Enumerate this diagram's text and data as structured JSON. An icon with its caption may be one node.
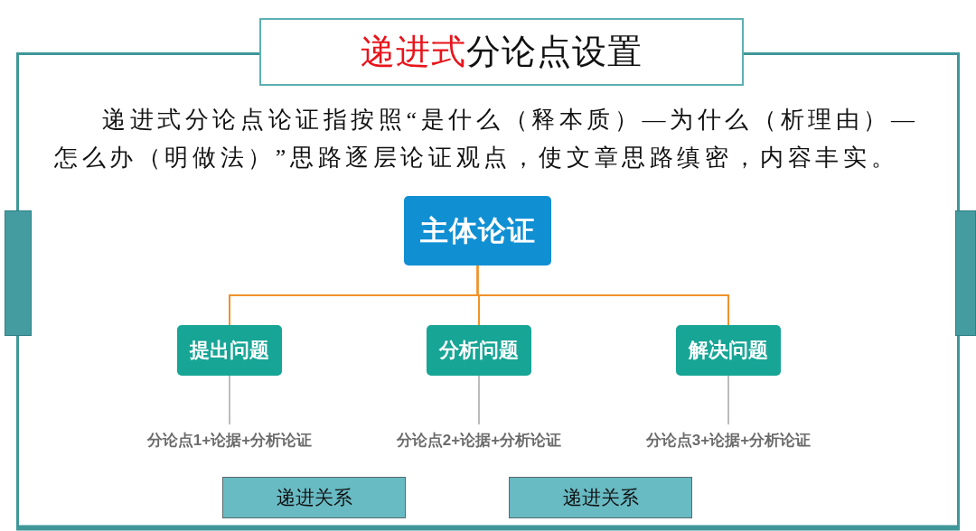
{
  "diagram": {
    "title": "**递进式**分论点设置",
    "nodes": [
      {
        "text": [
          "主体论证"
        ]
      },
      {
        "text": [
          "提出问题"
        ]
      },
      {
        "text": [
          "分析问题"
        ]
      },
      {
        "text": [
          "解决问题"
        ]
      },
      {
        "text": [
          "分论点1+论据+分析论证"
        ]
      },
      {
        "text": [
          "分论点2+论据+分析论证"
        ]
      },
      {
        "text": [
          "分论点3+论据+分析论证"
        ]
      },
      {
        "text": [
          "递进关系"
        ]
      },
      {
        "text": [
          "递进关系"
        ]
      }
    ],
    "edges": [
      {
        "from": 0,
        "to": 1,
        "arrow": "none",
        "color": "#f0922a"
      },
      {
        "from": 0,
        "to": 2,
        "arrow": "none",
        "color": "#f0922a"
      },
      {
        "from": 0,
        "to": 3,
        "arrow": "none",
        "color": "#f0922a"
      },
      {
        "from": 1,
        "to": 4,
        "arrow": "none",
        "color": "#a6a6a6"
      },
      {
        "from": 2,
        "to": 5,
        "arrow": "none",
        "color": "#a6a6a6"
      },
      {
        "from": 3,
        "to": 6,
        "arrow": "none",
        "color": "#a6a6a6"
      }
    ],
    "labels": [
      "递进式分论点论证指按照“是什么（释本质）—为什么（析理由）—怎么办（明做法）”思路逐层论证观点，使文章思路缜密，内容丰实。"
    ]
  }
}
